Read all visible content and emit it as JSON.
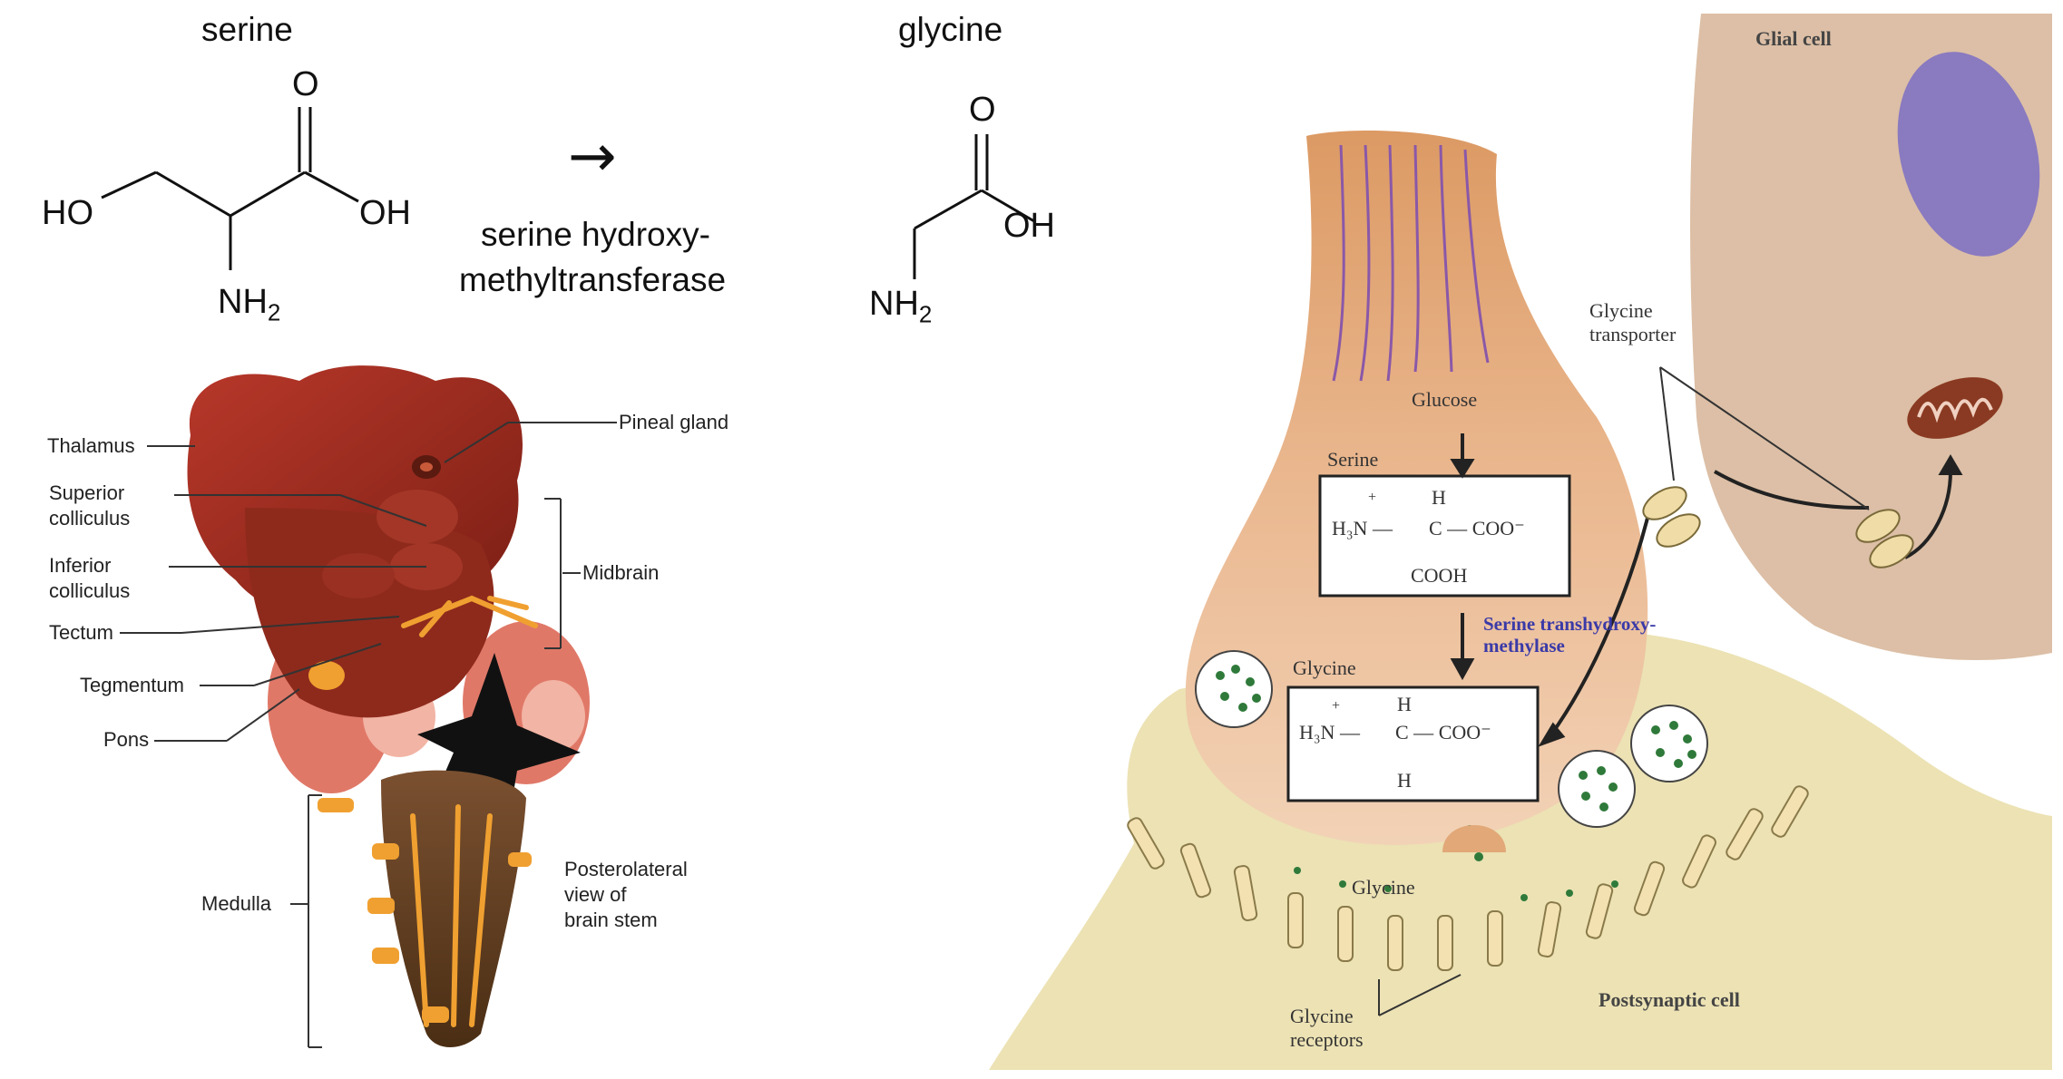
{
  "reaction": {
    "substrate_name": "serine",
    "product_name": "glycine",
    "arrow": "→",
    "enzyme_line1": "serine hydroxy-",
    "enzyme_line2": "methyltransferase",
    "serine_atoms": {
      "ho": "HO",
      "o": "O",
      "oh": "OH",
      "nh2": "NH",
      "sub2": "2"
    },
    "glycine_atoms": {
      "o": "O",
      "oh": "OH",
      "nh2": "NH",
      "sub2": "2"
    }
  },
  "brainstem": {
    "labels": {
      "thalamus": "Thalamus",
      "pineal": "Pineal gland",
      "sup_coll_1": "Superior",
      "sup_coll_2": "colliculus",
      "inf_coll_1": "Inferior",
      "inf_coll_2": "colliculus",
      "midbrain": "Midbrain",
      "tectum": "Tectum",
      "tegmentum": "Tegmentum",
      "pons": "Pons",
      "medulla": "Medulla",
      "caption_1": "Posterolateral",
      "caption_2": "view of",
      "caption_3": "brain stem"
    }
  },
  "synapse": {
    "glial_cell": "Glial cell",
    "transporter_1": "Glycine",
    "transporter_2": "transporter",
    "glucose": "Glucose",
    "serine": "Serine",
    "enzyme_1": "Serine transhydroxy-",
    "enzyme_2": "methylase",
    "glycine": "Glycine",
    "cleft_glycine": "Glycine",
    "postsynaptic": "Postsynaptic cell",
    "receptors_1": "Glycine",
    "receptors_2": "receptors",
    "serine_box": {
      "h_top": "H",
      "left": "H₃N",
      "plus": "+",
      "right": "COO⁻",
      "bottom": "COOH"
    },
    "glycine_box": {
      "h_top": "H",
      "left": "H₃N",
      "plus": "+",
      "right": "COO⁻",
      "bottom": "H"
    }
  },
  "colors": {
    "brain_red": "#9b2a1c",
    "pons_pink": "#e27a6c",
    "medulla_brown": "#6b4524",
    "nerve_orange": "#f0a030",
    "terminal_tan": "#e6ae80",
    "glial_tan": "#dcbfa6",
    "postsyn_yellow": "#ece2b4",
    "nucleus_purple": "#8a7ac0",
    "vesicle_green": "#2f7a3a"
  }
}
